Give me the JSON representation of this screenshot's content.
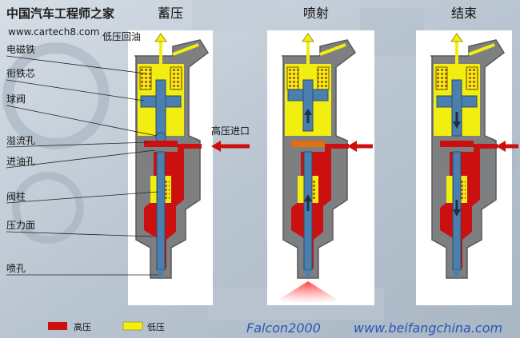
{
  "header": {
    "site_title": "中国汽车工程师之家",
    "site_url": "www.cartech8.com"
  },
  "stages": [
    {
      "title": "蓄压"
    },
    {
      "title": "喷射"
    },
    {
      "title": "结束"
    }
  ],
  "labels": {
    "low_pressure_return": "低压回油",
    "high_pressure_inlet": "高压进口",
    "parts": [
      "电磁铁",
      "衔铁芯",
      "球阀",
      "溢流孔",
      "进油孔",
      "阀柱",
      "压力面",
      "喷孔"
    ]
  },
  "legend": {
    "high": {
      "label": "高压",
      "color": "#cc1010"
    },
    "low": {
      "label": "低压",
      "color": "#f2ee10"
    }
  },
  "footer": {
    "author": "Falcon2000",
    "url": "www.beifangchina.com"
  },
  "colors": {
    "body_grey": "#7d7f81",
    "body_dark": "#56595b",
    "panel": "#ffffff",
    "spring_brown": "#b0601e",
    "needle_blue": "#4a7fae",
    "arrow_dark": "#1f2f4a",
    "footer_text": "#2855b5"
  }
}
